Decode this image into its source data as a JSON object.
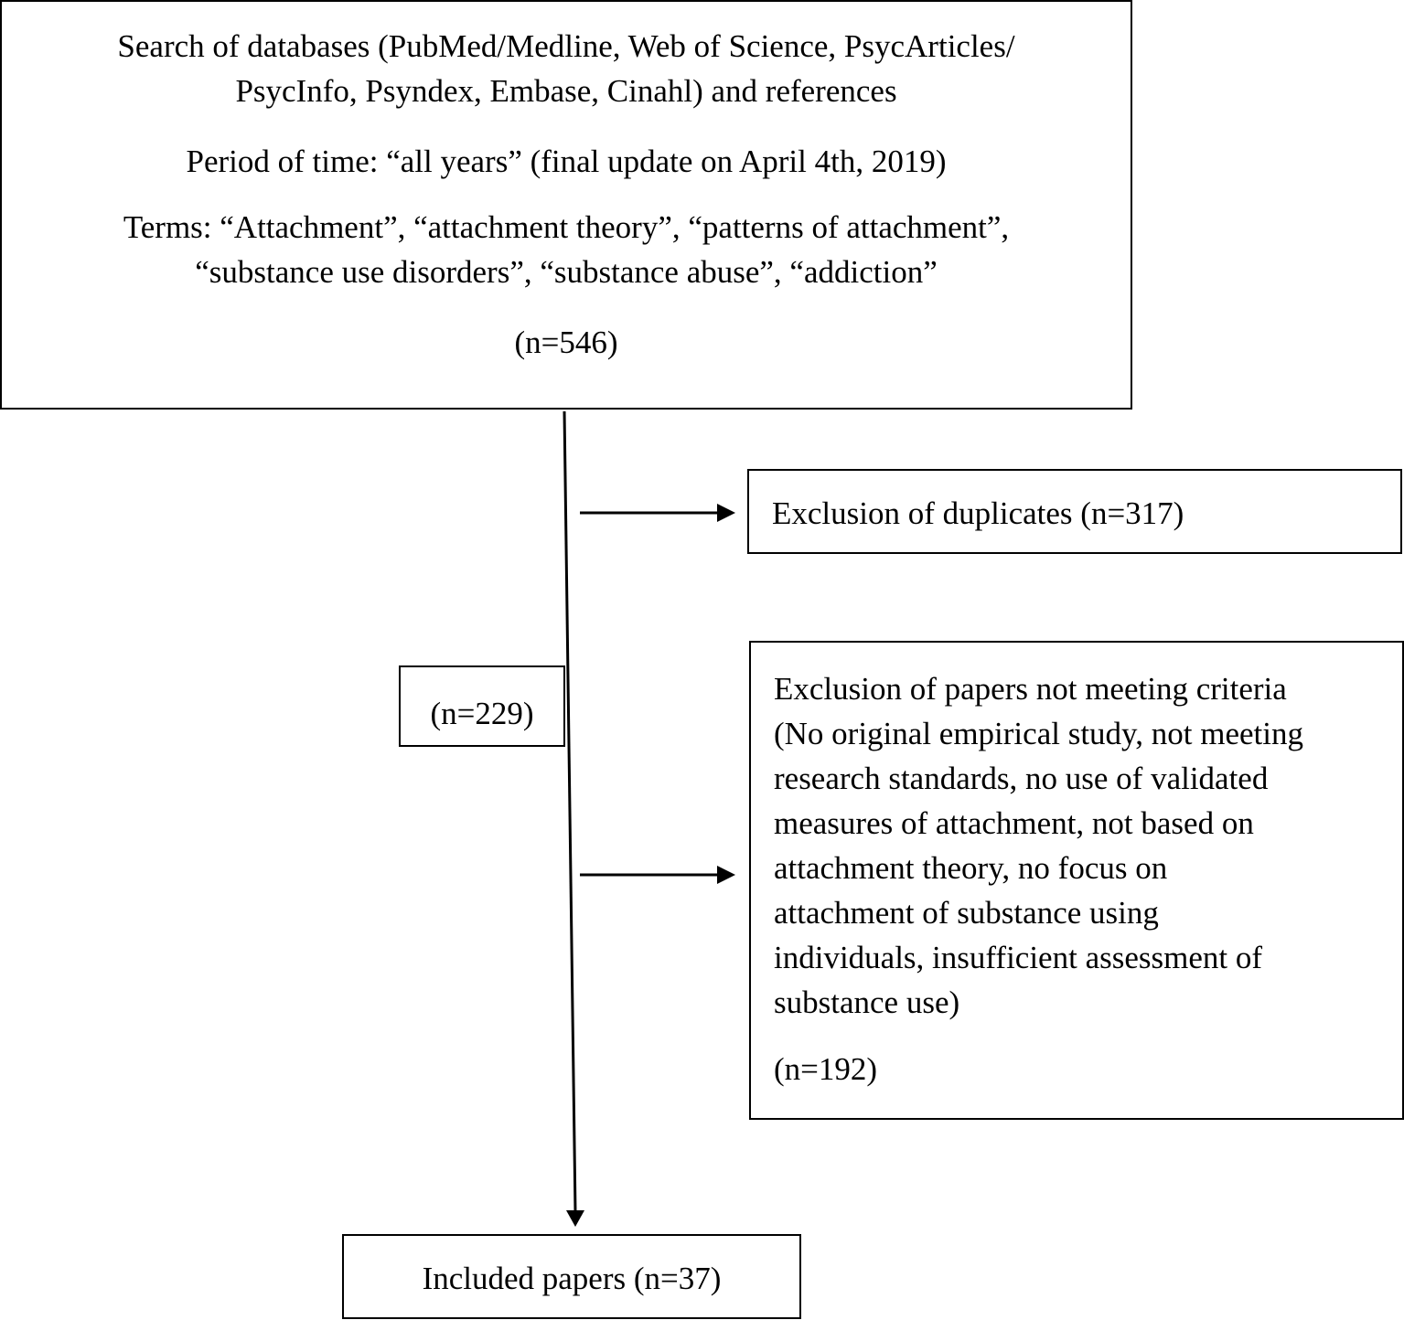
{
  "search": {
    "line1": "Search of databases (PubMed/Medline, Web of Science, PsycArticles/",
    "line2": "PsycInfo, Psyndex, Embase, Cinahl) and references",
    "period": "Period of time: “all years” (final update on April 4th, 2019)",
    "terms_line1": "Terms: “Attachment”, “attachment theory”, “patterns of attachment”,",
    "terms_line2": "“substance use disorders”, “substance abuse”, “addiction”",
    "count": "(n=546)"
  },
  "duplicates": {
    "label": "Exclusion of duplicates (n=317)"
  },
  "remaining": {
    "count": "(n=229)"
  },
  "criteria": {
    "lines": [
      "Exclusion of papers not meeting criteria",
      "(No original empirical study, not meeting",
      "research standards, no use of validated",
      "measures of attachment, not based on",
      "attachment theory, no focus on",
      "attachment of substance using",
      "individuals, insufficient assessment of",
      "substance use)"
    ],
    "count": "(n=192)"
  },
  "included": {
    "label": "Included papers (n=37)"
  },
  "colors": {
    "line": "#000000",
    "background": "#ffffff"
  }
}
